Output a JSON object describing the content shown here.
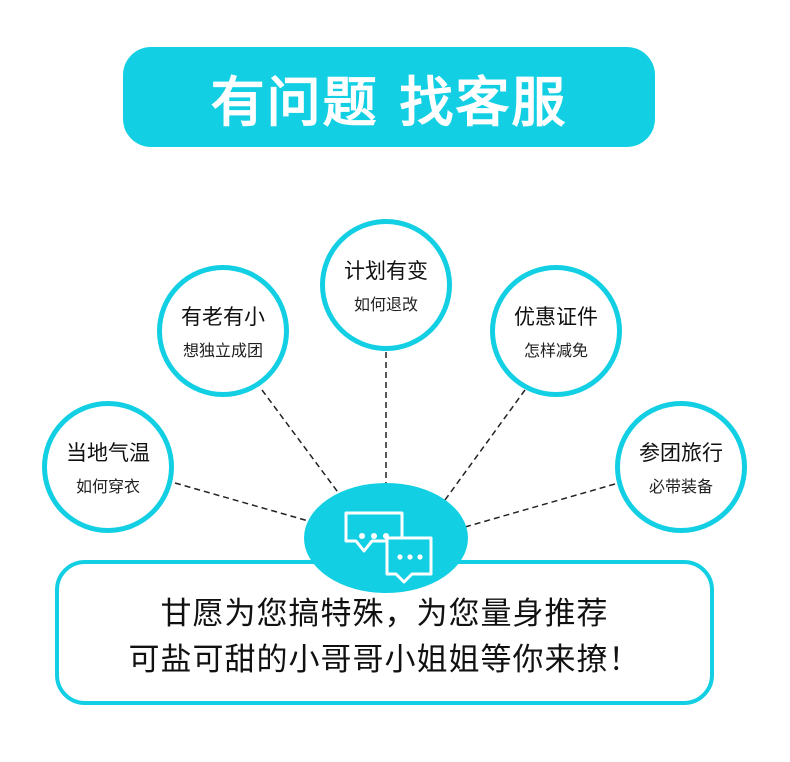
{
  "header": {
    "title": "有问题 找客服"
  },
  "topics": [
    {
      "title": "当地气温",
      "subtitle": "如何穿衣"
    },
    {
      "title": "有老有小",
      "subtitle": "想独立成团"
    },
    {
      "title": "计划有变",
      "subtitle": "如何退改"
    },
    {
      "title": "优惠证件",
      "subtitle": "怎样减免"
    },
    {
      "title": "参团旅行",
      "subtitle": "必带装备"
    }
  ],
  "center_icon": "chat-bubbles-icon",
  "message": {
    "line1": "甘愿为您搞特殊，为您量身推荐",
    "line2": "可盐可甜的小哥哥小姐姐等你来撩！"
  },
  "colors": {
    "accent": "#12CFE3"
  }
}
